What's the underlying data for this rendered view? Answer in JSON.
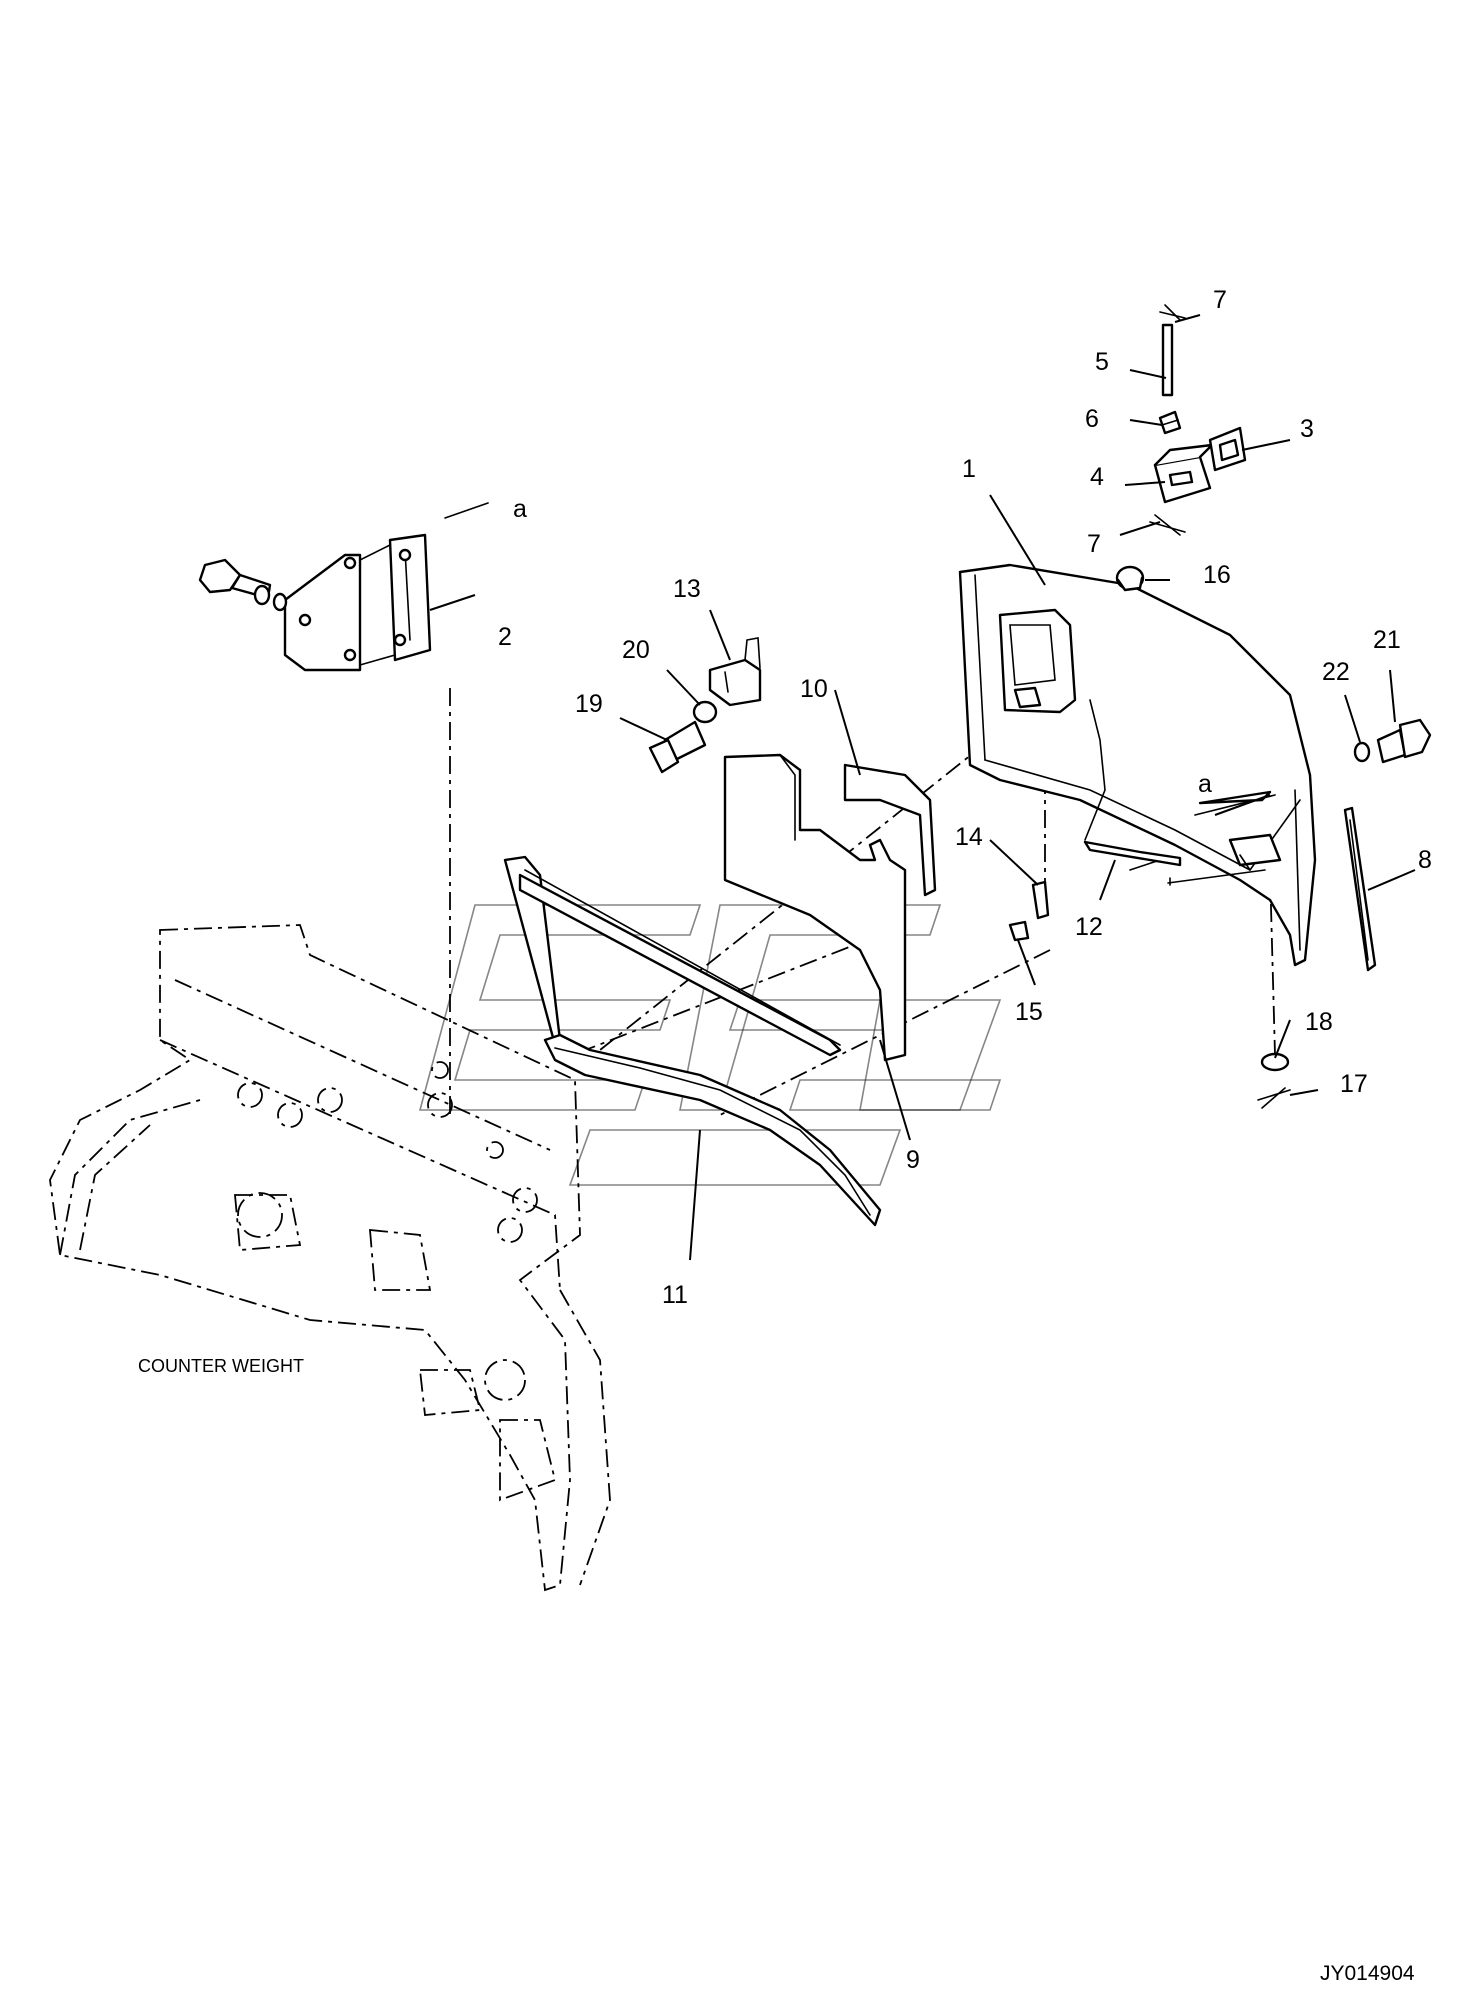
{
  "document": {
    "id": "JY014904"
  },
  "assembly_caption": "COUNTER WEIGHT",
  "callouts": [
    {
      "id": "c1",
      "label": "1"
    },
    {
      "id": "c2",
      "label": "2"
    },
    {
      "id": "c3",
      "label": "3"
    },
    {
      "id": "c4",
      "label": "4"
    },
    {
      "id": "c5",
      "label": "5"
    },
    {
      "id": "c6",
      "label": "6"
    },
    {
      "id": "c7a",
      "label": "7"
    },
    {
      "id": "c7b",
      "label": "7"
    },
    {
      "id": "c8",
      "label": "8"
    },
    {
      "id": "c9",
      "label": "9"
    },
    {
      "id": "c10",
      "label": "10"
    },
    {
      "id": "c11",
      "label": "11"
    },
    {
      "id": "c12",
      "label": "12"
    },
    {
      "id": "c13",
      "label": "13"
    },
    {
      "id": "c14",
      "label": "14"
    },
    {
      "id": "c15",
      "label": "15"
    },
    {
      "id": "c16",
      "label": "16"
    },
    {
      "id": "c17",
      "label": "17"
    },
    {
      "id": "c18",
      "label": "18"
    },
    {
      "id": "c19",
      "label": "19"
    },
    {
      "id": "c20",
      "label": "20"
    },
    {
      "id": "c21",
      "label": "21"
    },
    {
      "id": "c22",
      "label": "22"
    },
    {
      "id": "ca1",
      "label": "a"
    },
    {
      "id": "ca2",
      "label": "a"
    }
  ]
}
